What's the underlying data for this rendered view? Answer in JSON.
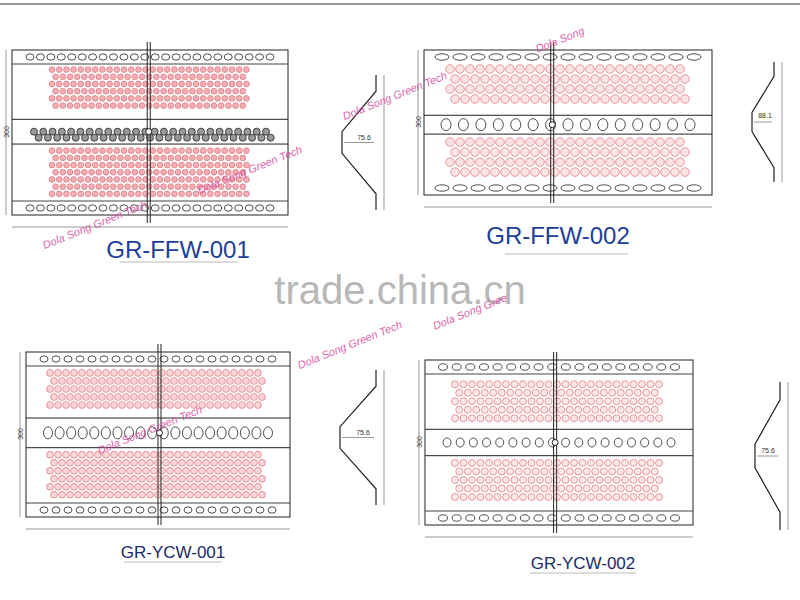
{
  "diagram": {
    "labels": [
      "Dola Song Green Tech",
      "Dola Song Green Tech",
      "Dola Song Green Tech",
      "Dola Song",
      "GR-FFW-001",
      "GR-FFW-002",
      "trade.china.cn",
      "Dola Song Green Tech",
      "Dola Song Gree",
      "Dola Song Green Tech",
      "GR-YCW-001",
      "GR-YCW-002",
      "300",
      "300",
      "300",
      "300",
      "75.6",
      "88.1",
      "75.6",
      "75.6"
    ]
  }
}
